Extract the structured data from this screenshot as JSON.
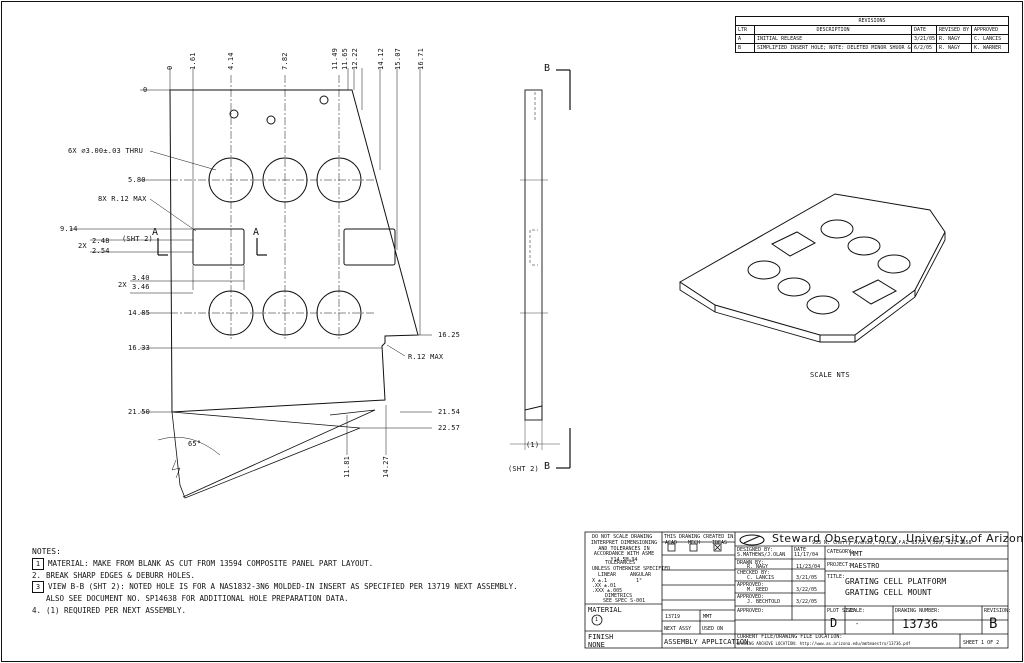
{
  "revisions": {
    "title": "REVISIONS",
    "headers": [
      "LTR",
      "DESCRIPTION",
      "DATE",
      "REVISED BY",
      "APPROVED"
    ],
    "rows": [
      [
        "A",
        "INITIAL RELEASE",
        "3/21/05",
        "R. NAGY",
        "C. LANCIS"
      ],
      [
        "B",
        "SIMPLIFIED INSERT HOLE; NOTE: DELETED MINOR SHUOR & REDUCE DEPTH",
        "6/2/05",
        "R. NAGY",
        "K. WARNER"
      ]
    ]
  },
  "front_view": {
    "top_dims": [
      "0",
      "1.61",
      "4.14",
      "7.82",
      "11.49",
      "11.65",
      "12.22",
      "14.12",
      "15.07",
      "16.71"
    ],
    "left_dims": [
      "0",
      "5.80",
      "9.14",
      "14.85",
      "16.33",
      "21.50"
    ],
    "right_dims": [
      "16.25",
      "21.54",
      "22.57"
    ],
    "bottom_dims": [
      "11.81",
      "14.27"
    ],
    "hole_callout": "6X ⌀3.00±.03 THRU",
    "radius_callout": "8X R.12 MAX",
    "slot_dims_a": [
      "2.48",
      "2.54"
    ],
    "slot_prefix_a": "2X",
    "slot_dims_b": [
      "3.40",
      "3.46"
    ],
    "slot_prefix_b": "2X",
    "section_ref": "(SHT 2)",
    "section_letter": "A",
    "corner_radius": "R.12 MAX",
    "angle": "65°"
  },
  "side_view": {
    "section_letter": "B",
    "section_ref": "(SHT 2)",
    "thickness": "(1)"
  },
  "iso_view": {
    "caption": "SCALE NTS"
  },
  "notes": {
    "title": "NOTES:",
    "items": [
      {
        "num": "1",
        "text": "MATERIAL: MAKE FROM BLANK AS CUT FROM 13594 COMPOSITE PANEL PART LAYOUT."
      },
      {
        "num": "2.",
        "text": "BREAK SHARP EDGES & DEBURR HOLES."
      },
      {
        "num": "3",
        "text": "VIEW B-B (SHT 2): NOTED HOLE IS FOR A NAS1832-3N6 MOLDED-IN INSERT AS SPECIFIED PER 13719 NEXT ASSEMBLY."
      },
      {
        "num": "",
        "text": "ALSO SEE DOCUMENT NO. SP14638 FOR ADDITIONAL HOLE PREPARATION DATA."
      },
      {
        "num": "4.",
        "text": "(1) REQUIRED PER NEXT ASSEMBLY."
      }
    ]
  },
  "title_block": {
    "do_not_scale": "DO NOT SCALE DRAWING",
    "interpret": "INTERPRET DIMENSIONING AND TOLERANCES IN ACCORDANCE WITH ASME Y14.5M-94",
    "tolerances": "TOLERANCES",
    "unless": "UNLESS OTHERWISE SPECIFIED",
    "linear": "LINEAR",
    "angular": "ANGULAR",
    "tol_x": "X  ±.1",
    "tol_xx": ".XX  ±.01",
    "tol_xxx": ".XXX  ±.005",
    "tol_ang": "1°",
    "dimetrics": "DIMETRICS",
    "spec": "SEE SPEC S-001",
    "material_label": "MATERIAL",
    "material_note": "1",
    "finish_label": "FINISH",
    "finish_value": "NONE",
    "created_in": "THIS DRAWING CREATED IN:",
    "sw_options": [
      "ACAD",
      "MECH",
      "IDEAS"
    ],
    "next_assy_val": "13719",
    "used_on_val": "MMT",
    "next_assy": "NEXT ASSY",
    "used_on": "USED ON",
    "assembly_app": "ASSEMBLY APPLICATION",
    "org": "Steward Observatory, University of Arizona",
    "address": "933 N. Cherry Avenue, Tucson, AZ  85721   (520) 621-7658",
    "signatures": [
      {
        "role": "DESIGNED BY:",
        "name": "S.MATHEWS/J.OLAN",
        "date": "11/17/04"
      },
      {
        "role": "DRAWN BY:",
        "name": "R. NAGY",
        "date": "11/23/04"
      },
      {
        "role": "CHECKED BY:",
        "name": "C. LANCIS",
        "date": "3/21/05"
      },
      {
        "role": "APPROVED:",
        "name": "M. REED",
        "date": "3/22/05"
      },
      {
        "role": "APPROVED:",
        "name": "J. BECHTOLD",
        "date": "3/22/05"
      },
      {
        "role": "APPROVED:",
        "name": "",
        "date": ""
      }
    ],
    "date_label": "DATE",
    "category_label": "CATEGORY:",
    "category": "MMT",
    "project_label": "PROJECT:",
    "project": "MAESTRO",
    "title_label": "TITLE:",
    "title_line1": "GRATING CELL PLATFORM",
    "title_line2": "GRATING CELL MOUNT",
    "plot_size_label": "PLOT SIZE:",
    "plot_size": "D",
    "scale_label": "SCALE:",
    "scale": "-",
    "drawing_number_label": "DRAWING NUMBER:",
    "drawing_number": "13736",
    "revision_label": "REVISION:",
    "revision": "B",
    "current_file": "CURRENT FILE/DRAWING FILE LOCATION:",
    "archive": "DRAWING ARCHIVE LOCATION: http://www.as.arizona.edu/mmtmaestro/13736.pdf",
    "sheet": "SHEET 1 OF 2"
  }
}
